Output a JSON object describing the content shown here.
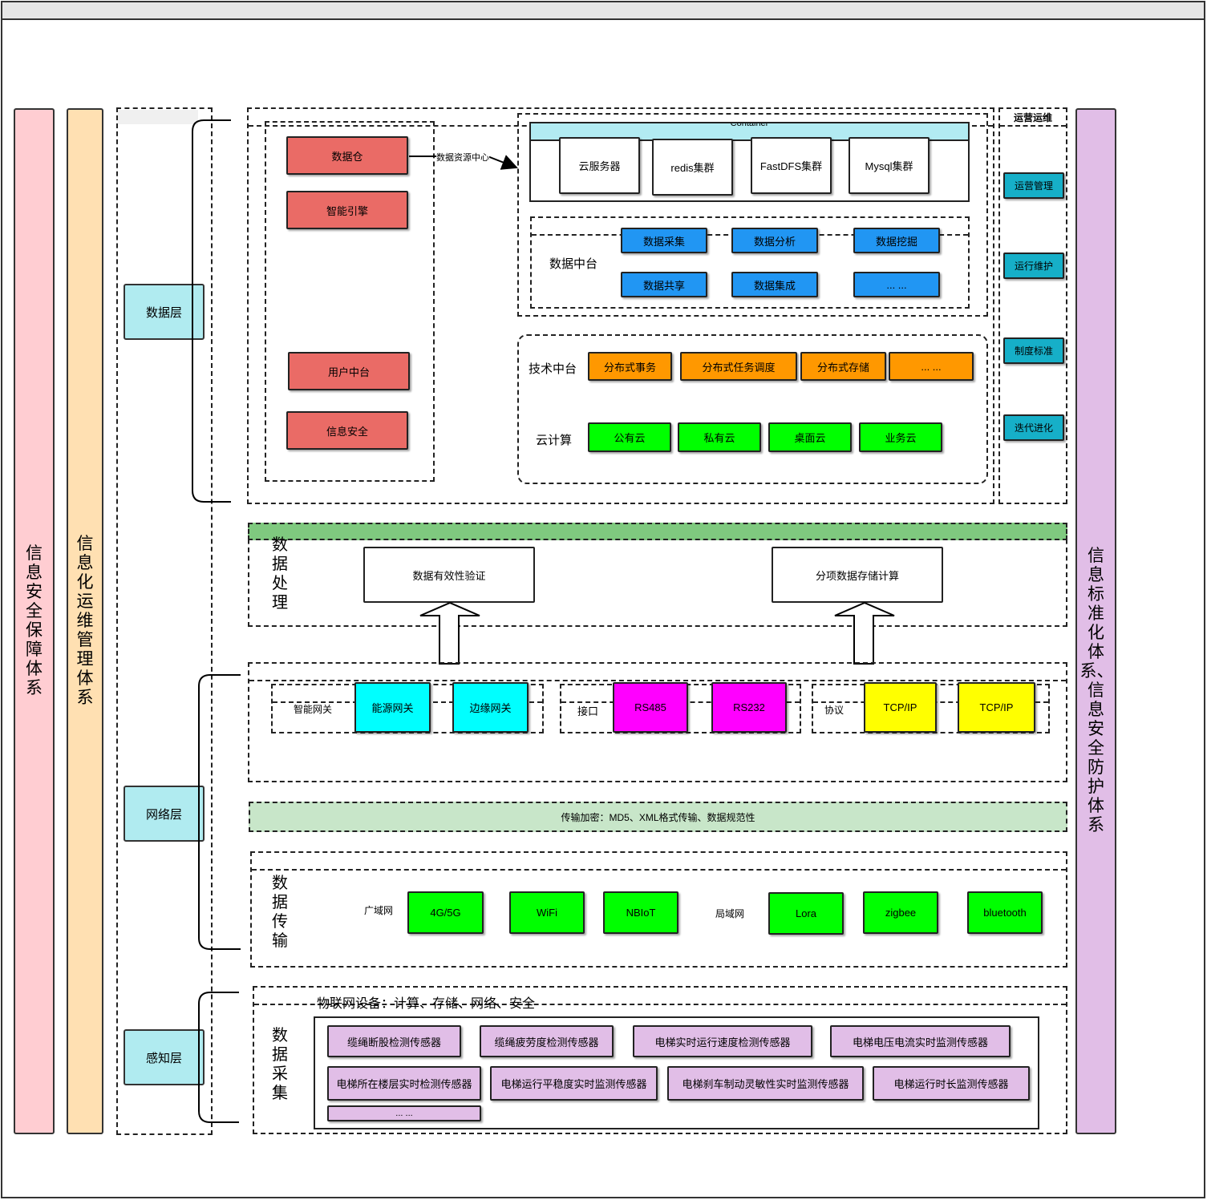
{
  "columns": {
    "left1": "信息安全保障体系",
    "left2": "信息化运维管理体系",
    "right": "信息标准化体系、信息安全防护体系"
  },
  "layers": {
    "data": "数据层",
    "network": "网络层",
    "perception": "感知层"
  },
  "data_layer": {
    "left_items": [
      "数据仓",
      "智能引擎",
      "用户中台",
      "信息安全"
    ],
    "arrow_label": "数据资源中心",
    "container_title": "Container",
    "servers": [
      "云服务器",
      "redis集群",
      "FastDFS集群",
      "Mysql集群"
    ],
    "data_platform_label": "数据中台",
    "data_platform_items": [
      "数据采集",
      "数据分析",
      "数据挖掘",
      "数据共享",
      "数据集成",
      "... ..."
    ],
    "tech_platform_label": "技术中台",
    "tech_items": [
      "分布式事务",
      "分布式任务调度",
      "分布式存储",
      "... ..."
    ],
    "cloud_label": "云计算",
    "cloud_items": [
      "公有云",
      "私有云",
      "桌面云",
      "业务云"
    ]
  },
  "ops": {
    "title": "运营运维",
    "items": [
      "运营管理",
      "运行维护",
      "制度标准",
      "迭代进化"
    ]
  },
  "processing": {
    "label": "数据处理",
    "boxes": [
      "数据有效性验证",
      "分项数据存储计算"
    ]
  },
  "network": {
    "gateway_label": "智能网关",
    "gateways": [
      "能源网关",
      "边缘网关"
    ],
    "interface_label": "接口",
    "interfaces": [
      "RS485",
      "RS232"
    ],
    "protocol_label": "协议",
    "protocols": [
      "TCP/IP",
      "TCP/IP"
    ],
    "encrypt": "传输加密：MD5、XML格式传输、数据规范性",
    "transfer_label": "数据传输",
    "wan_label": "广域网",
    "wan": [
      "4G/5G",
      "WiFi",
      "NBIoT"
    ],
    "lan_label": "局域网",
    "lan": [
      "Lora",
      "zigbee",
      "bluetooth"
    ]
  },
  "perception": {
    "title": "物联网设备：计算、存储、网络、安全",
    "label": "数据采集",
    "sensors_row1": [
      "缆绳断股检测传感器",
      "缆绳疲劳度检测传感器",
      "电梯实时运行速度检测传感器",
      "电梯电压电流实时监测传感器"
    ],
    "sensors_row2": [
      "电梯所在楼层实时检测传感器",
      "电梯运行平稳度实时监测传感器",
      "电梯刹车制动灵敏性实时监测传感器",
      "电梯运行时长监测传感器"
    ],
    "sensors_more": "... ..."
  },
  "colors": {
    "pink_col": "#ffcdd2",
    "orange_col": "#ffe0b2",
    "purple_col": "#e1bee7",
    "layer_blue": "#b0ebf0",
    "red_box": "#ea6b66",
    "green_bar": "#7fc97f",
    "light_green": "#c8e6c9"
  }
}
